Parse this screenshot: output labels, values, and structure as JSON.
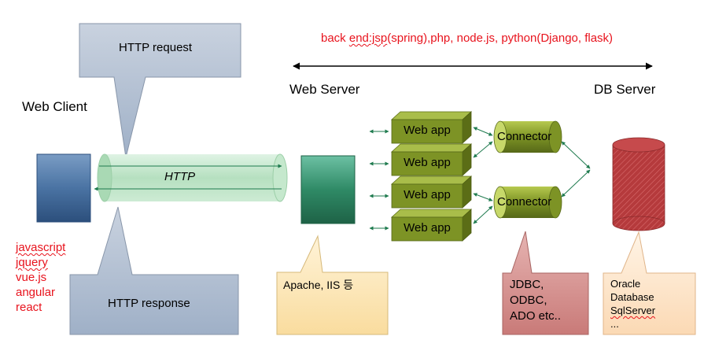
{
  "top_note": {
    "prefix": "back ",
    "underlined": "end:jsp",
    "suffix": "(spring),php, node.js, python(Django, flask)"
  },
  "labels": {
    "web_server": "Web Server",
    "db_server": "DB Server",
    "web_client": "Web Client",
    "http": "HTTP"
  },
  "callouts": {
    "http_request": "HTTP request",
    "http_response": "HTTP response",
    "server": "Apache, IIS 등",
    "db_access": [
      "JDBC,",
      "ODBC,",
      "ADO etc.."
    ],
    "db_list": [
      "Oracle",
      "Database",
      "SqlServer",
      "..."
    ]
  },
  "client_tech": [
    "javascript",
    "jquery",
    "vue.js",
    "angular",
    "react"
  ],
  "web_apps": [
    "Web app",
    "Web app",
    "Web app",
    "Web app"
  ],
  "connectors": [
    "Connector",
    "Connector"
  ],
  "colors": {
    "callout_blue": "#b8c4d5",
    "callout_yellow": "#fde8bd",
    "callout_pink": "#d99a98",
    "webapp_front": "#7d9325",
    "client_box": "#3d6797",
    "server_box": "#2b8160",
    "db_red": "#b23a3b",
    "accent_red": "#e8131d"
  }
}
